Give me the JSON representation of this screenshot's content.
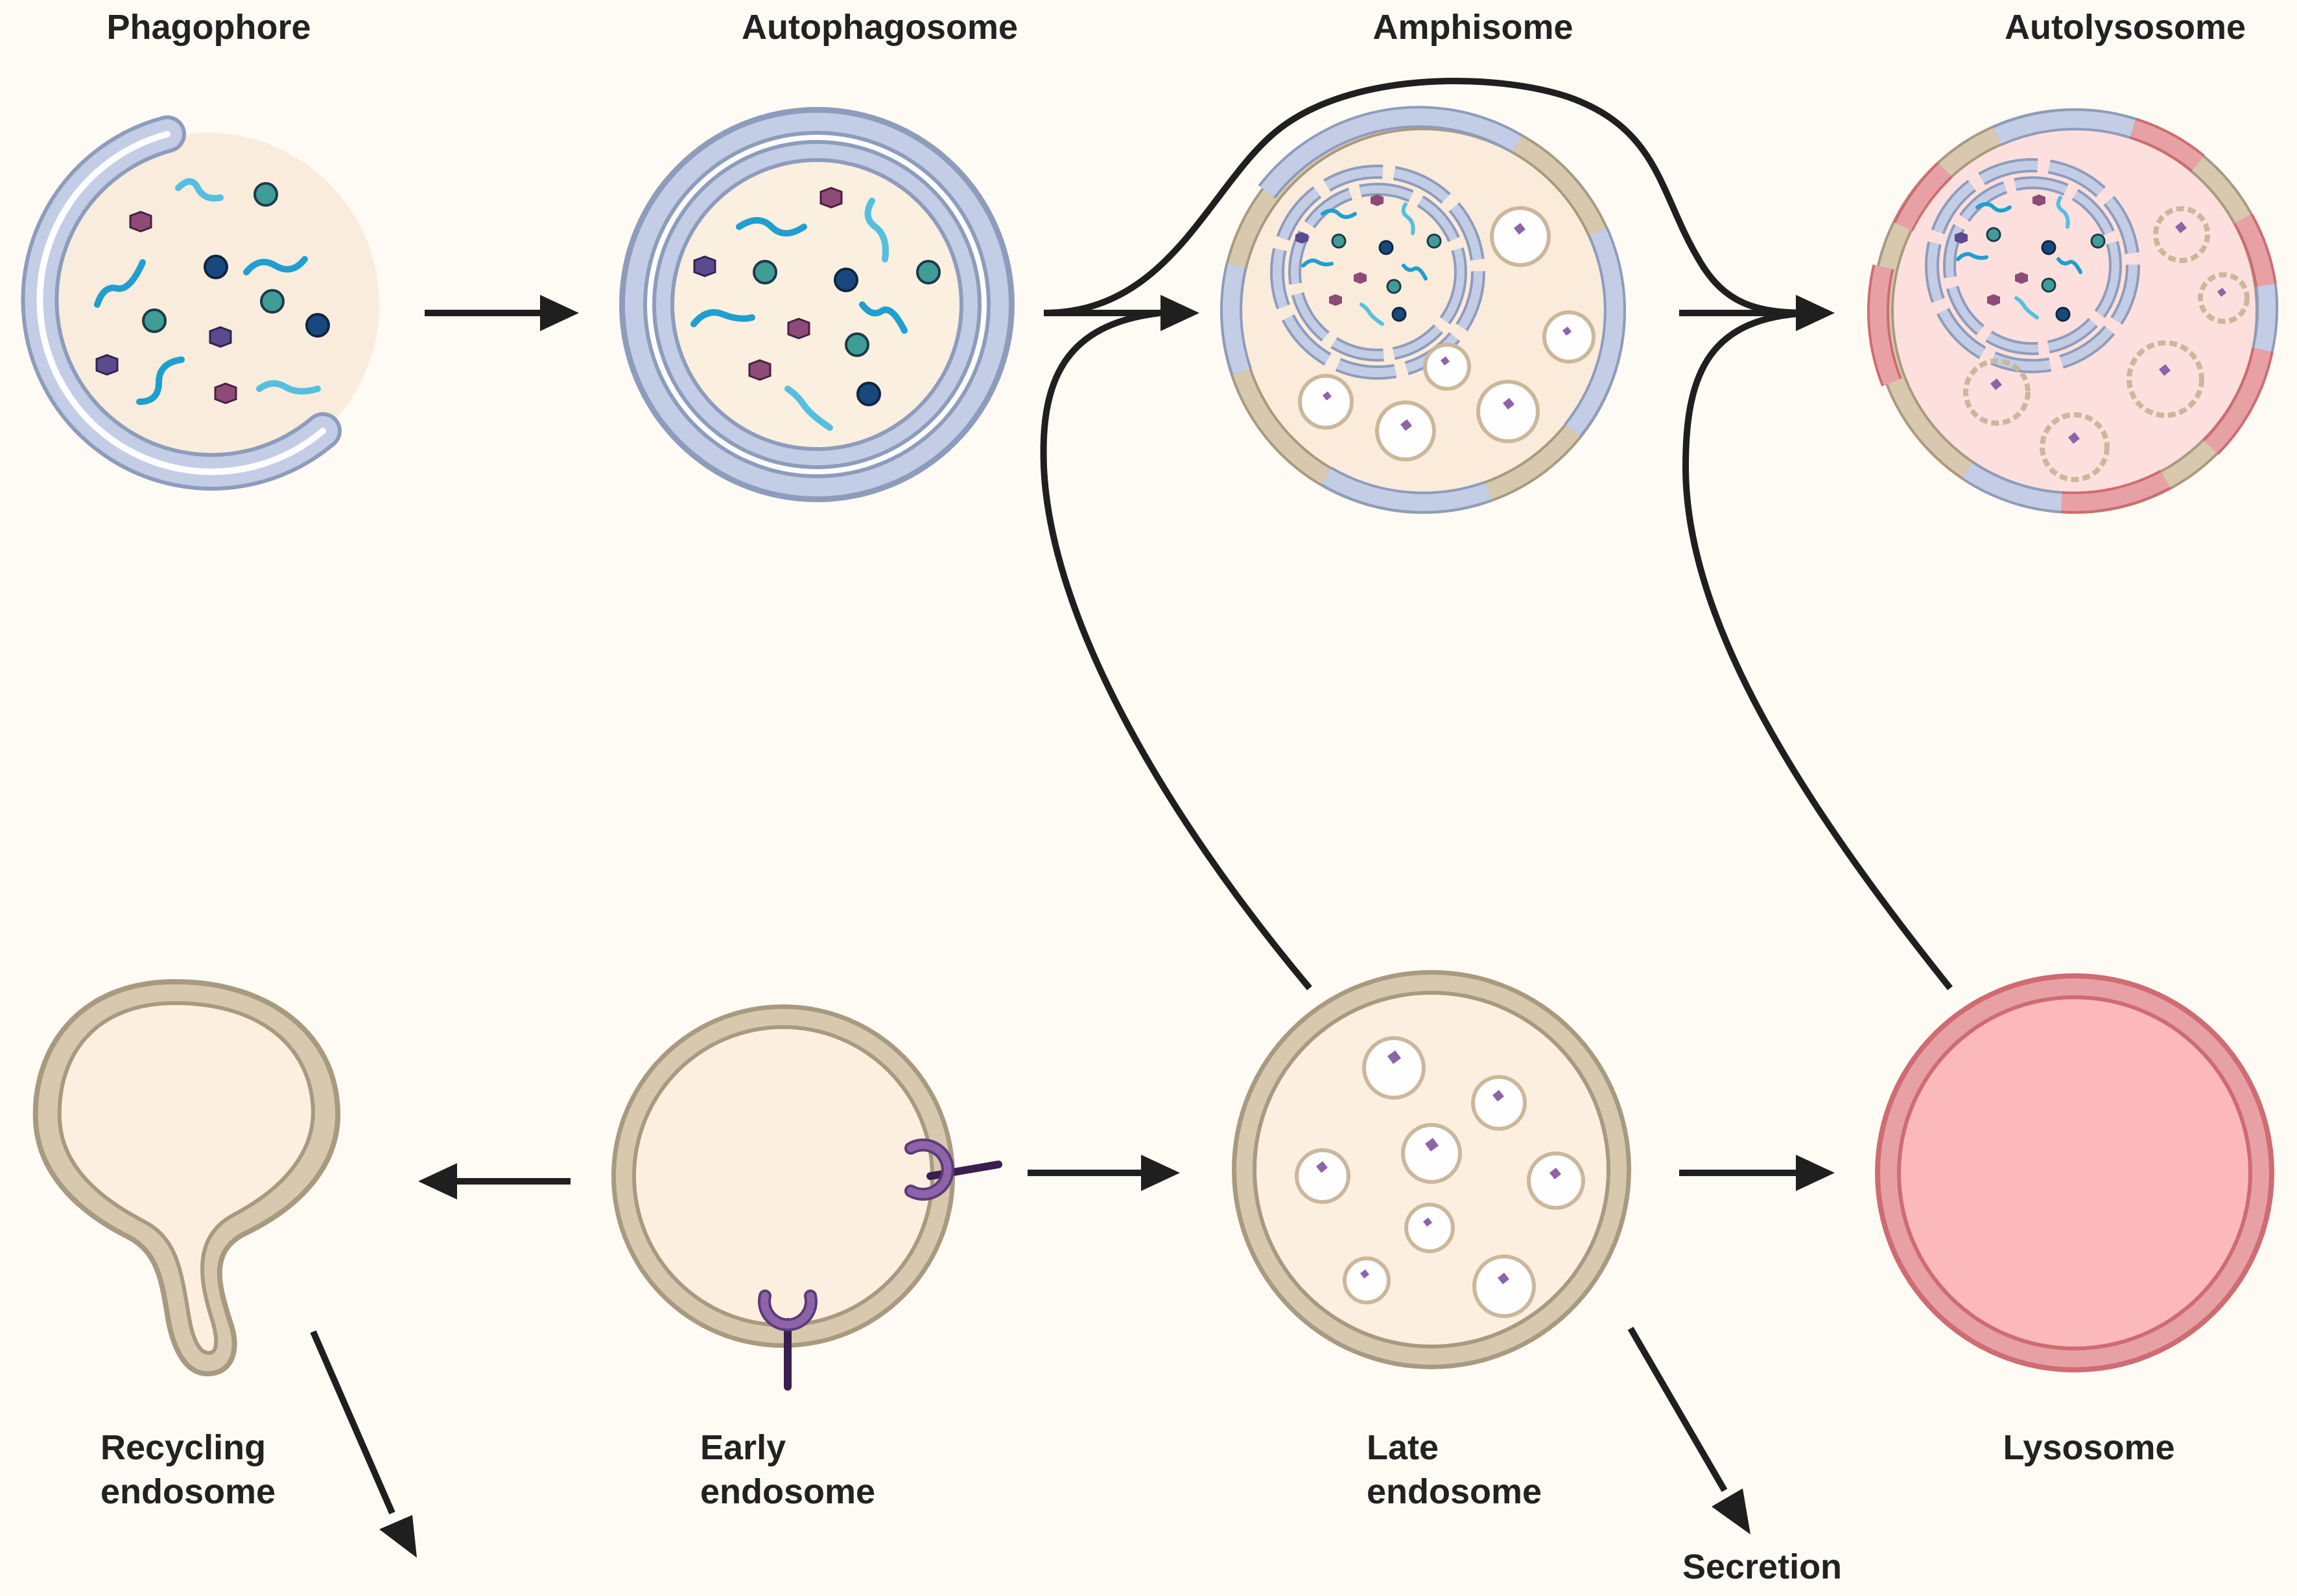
{
  "stages": {
    "phagophore": "Phagophore",
    "autophagosome": "Autophagosome",
    "amphisome": "Amphisome",
    "autolysosome": "Autolysosome",
    "recycling_endosome": [
      "Recycling",
      "endosome"
    ],
    "early_endosome": [
      "Early",
      "endosome"
    ],
    "late_endosome": [
      "Late",
      "endosome"
    ],
    "lysosome": "Lysosome",
    "secretion": "Secretion"
  },
  "colors": {
    "background": "#fefbf4",
    "autophagic_membrane": "#c3cde6",
    "autophagic_membrane_edge": "#8e9cbc",
    "endosomal_membrane": "#d8c8ad",
    "endosomal_membrane_edge": "#a89a80",
    "endosome_lumen": "#fcefdf",
    "lysosomal_membrane": "#e7a1a4",
    "lysosomal_membrane_edge": "#cf6b72",
    "lysosome_lumen": "#fbb9bb",
    "autolysosome_lumen": "#fde0dd",
    "cargo_light_blue": "#55bfe0",
    "cargo_blue": "#1e9fcf",
    "cargo_teal": "#3f9c97",
    "cargo_navy": "#17497e",
    "cargo_violet": "#5b4a8e",
    "cargo_magenta": "#8e4a78",
    "receptor": "#8e63a8",
    "arrow": "#1f1f1f"
  }
}
